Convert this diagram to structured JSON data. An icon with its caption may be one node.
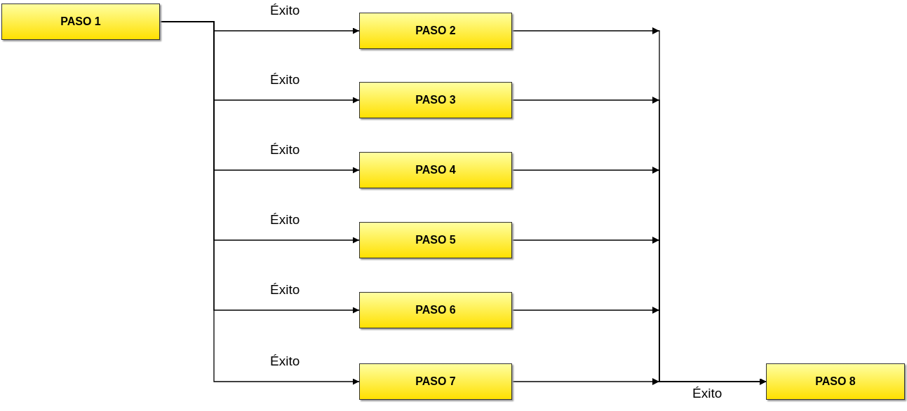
{
  "diagram": {
    "nodes": [
      {
        "text": [
          "PASO 1"
        ]
      },
      {
        "text": [
          "PASO 2"
        ]
      },
      {
        "text": [
          "PASO 3"
        ]
      },
      {
        "text": [
          "PASO 4"
        ]
      },
      {
        "text": [
          "PASO 5"
        ]
      },
      {
        "text": [
          "PASO 6"
        ]
      },
      {
        "text": [
          "PASO 7"
        ]
      },
      {
        "text": [
          "PASO 8"
        ]
      }
    ],
    "edges": [
      {
        "from": 0,
        "to": 1,
        "arrow": "to",
        "label": "Éxito"
      },
      {
        "from": 0,
        "to": 2,
        "arrow": "to",
        "label": "Éxito"
      },
      {
        "from": 0,
        "to": 3,
        "arrow": "to",
        "label": "Éxito"
      },
      {
        "from": 0,
        "to": 4,
        "arrow": "to",
        "label": "Éxito"
      },
      {
        "from": 0,
        "to": 5,
        "arrow": "to",
        "label": "Éxito"
      },
      {
        "from": 0,
        "to": 6,
        "arrow": "to",
        "label": "Éxito"
      },
      {
        "from": 1,
        "to": 7,
        "arrow": "to"
      },
      {
        "from": 2,
        "to": 7,
        "arrow": "to"
      },
      {
        "from": 3,
        "to": 7,
        "arrow": "to"
      },
      {
        "from": 4,
        "to": 7,
        "arrow": "to"
      },
      {
        "from": 5,
        "to": 7,
        "arrow": "to"
      },
      {
        "from": 6,
        "to": 7,
        "arrow": "to",
        "label": "Éxito"
      }
    ]
  }
}
